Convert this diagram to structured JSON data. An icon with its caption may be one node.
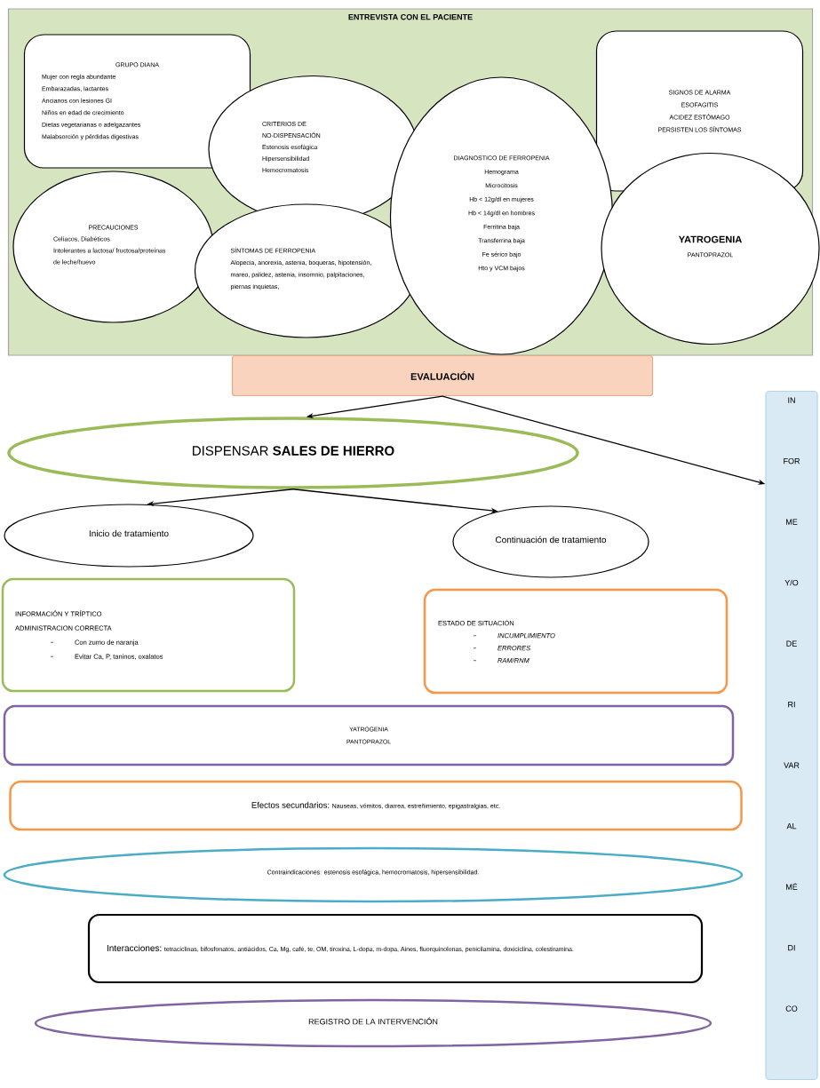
{
  "diagram": {
    "nodes": [
      {
        "text": [
          "ENTREVISTA CON EL PACIENTE"
        ]
      },
      {
        "text": [
          "GRUPO DIANA",
          "Mujer con regla abundante",
          "Embarazadas, lactantes",
          "Ancianos con lesiones GI",
          "Niños en edad de crecimiento",
          "Dietas vegetarianas o adelgazantes",
          "Malabsorción y pérdidas digestivas"
        ],
        "in": 0
      },
      {
        "text": [
          "CRITERIOS DE NO-DISPENSACIÓN",
          "Estenosis esofágica",
          "Hipersensibilidad",
          "Hemocromatosis"
        ],
        "in": 0
      },
      {
        "text": [
          "SIGNOS DE ALARMA",
          "ESOFAGITIS",
          "ACIDEZ ESTÓMAGO",
          "PERSISTEN LOS SÍNTOMAS"
        ],
        "in": 0
      },
      {
        "text": [
          "PRECAUCIONES",
          "Celíacos, Diabéticos",
          "Intolerantes a lactosa/ fructosa/proteínas de leche/huevo"
        ],
        "in": 0
      },
      {
        "text": [
          "SÍNTOMAS DE FERROPENIA",
          "Alopecia, anorexia, astenia, boqueras, hipotensión, mareo, palidez, astenia, insomnio, palpitaciones, piernas inquietas,"
        ],
        "in": 0
      },
      {
        "text": [
          "DIAGNOSTICO DE FERROPENIA",
          "Hemograma",
          "Microcitosis",
          "Hb < 12g/dl en mujeres",
          "Hb < 14g/dl en hombres",
          "Ferritina baja",
          "Transferrina baja",
          "Fe sérico bajo",
          "Hto y VCM bajos"
        ],
        "in": 0
      },
      {
        "text": [
          "YATROGENIA",
          "PANTOPRAZOL"
        ],
        "in": 0
      },
      {
        "text": [
          "EVALUACIÓN"
        ]
      },
      {
        "text": [
          "DISPENSAR **SALES DE HIERRO**"
        ]
      },
      {
        "text": [
          "IN FOR ME Y/O DE RI VAR AL MÉ DI CO"
        ]
      },
      {
        "text": [
          "Inicio de tratamiento"
        ]
      },
      {
        "text": [
          "Continuación de tratamiento"
        ]
      },
      {
        "text": [
          "INFORMACIÓN Y TRÍPTICO",
          "ADMINISTRACION CORRECTA",
          "Con zumo de naranja",
          "Evitar Ca, P, taninos, oxalatos"
        ]
      },
      {
        "text": [
          "ESTADO DE SITUACIÓN",
          "INCUMPLIMIENTO",
          "ERRORES",
          "RAM/RNM"
        ]
      },
      {
        "text": [
          "YATROGENIA",
          "PANTOPRAZOL"
        ]
      },
      {
        "text": [
          "Efectos secundarios:",
          "Nauseas, vómitos, diarrea, estreñimiento, epigastralgias, etc."
        ]
      },
      {
        "text": [
          "Contraindicaciones: estenosis esofágica, hemocromatosis, hipersensibilidad."
        ]
      },
      {
        "text": [
          "Interacciones:",
          "tetraciclinas, bifosfonatos, antiácidos, Ca, Mg, café, te, OM, tiroxina, L-dopa, m-dopa, Aines, fluorquinolonas, penicilamina, doxiciclina, colestiramina."
        ]
      },
      {
        "text": [
          "REGISTRO DE LA INTERVENCIÓN"
        ]
      }
    ],
    "edges": [
      {
        "from": 8,
        "to": 9,
        "arrow": "to"
      },
      {
        "from": 8,
        "to": 10,
        "arrow": "to"
      },
      {
        "from": 9,
        "to": 11,
        "arrow": "to"
      },
      {
        "from": 9,
        "to": 12,
        "arrow": "to"
      }
    ]
  }
}
